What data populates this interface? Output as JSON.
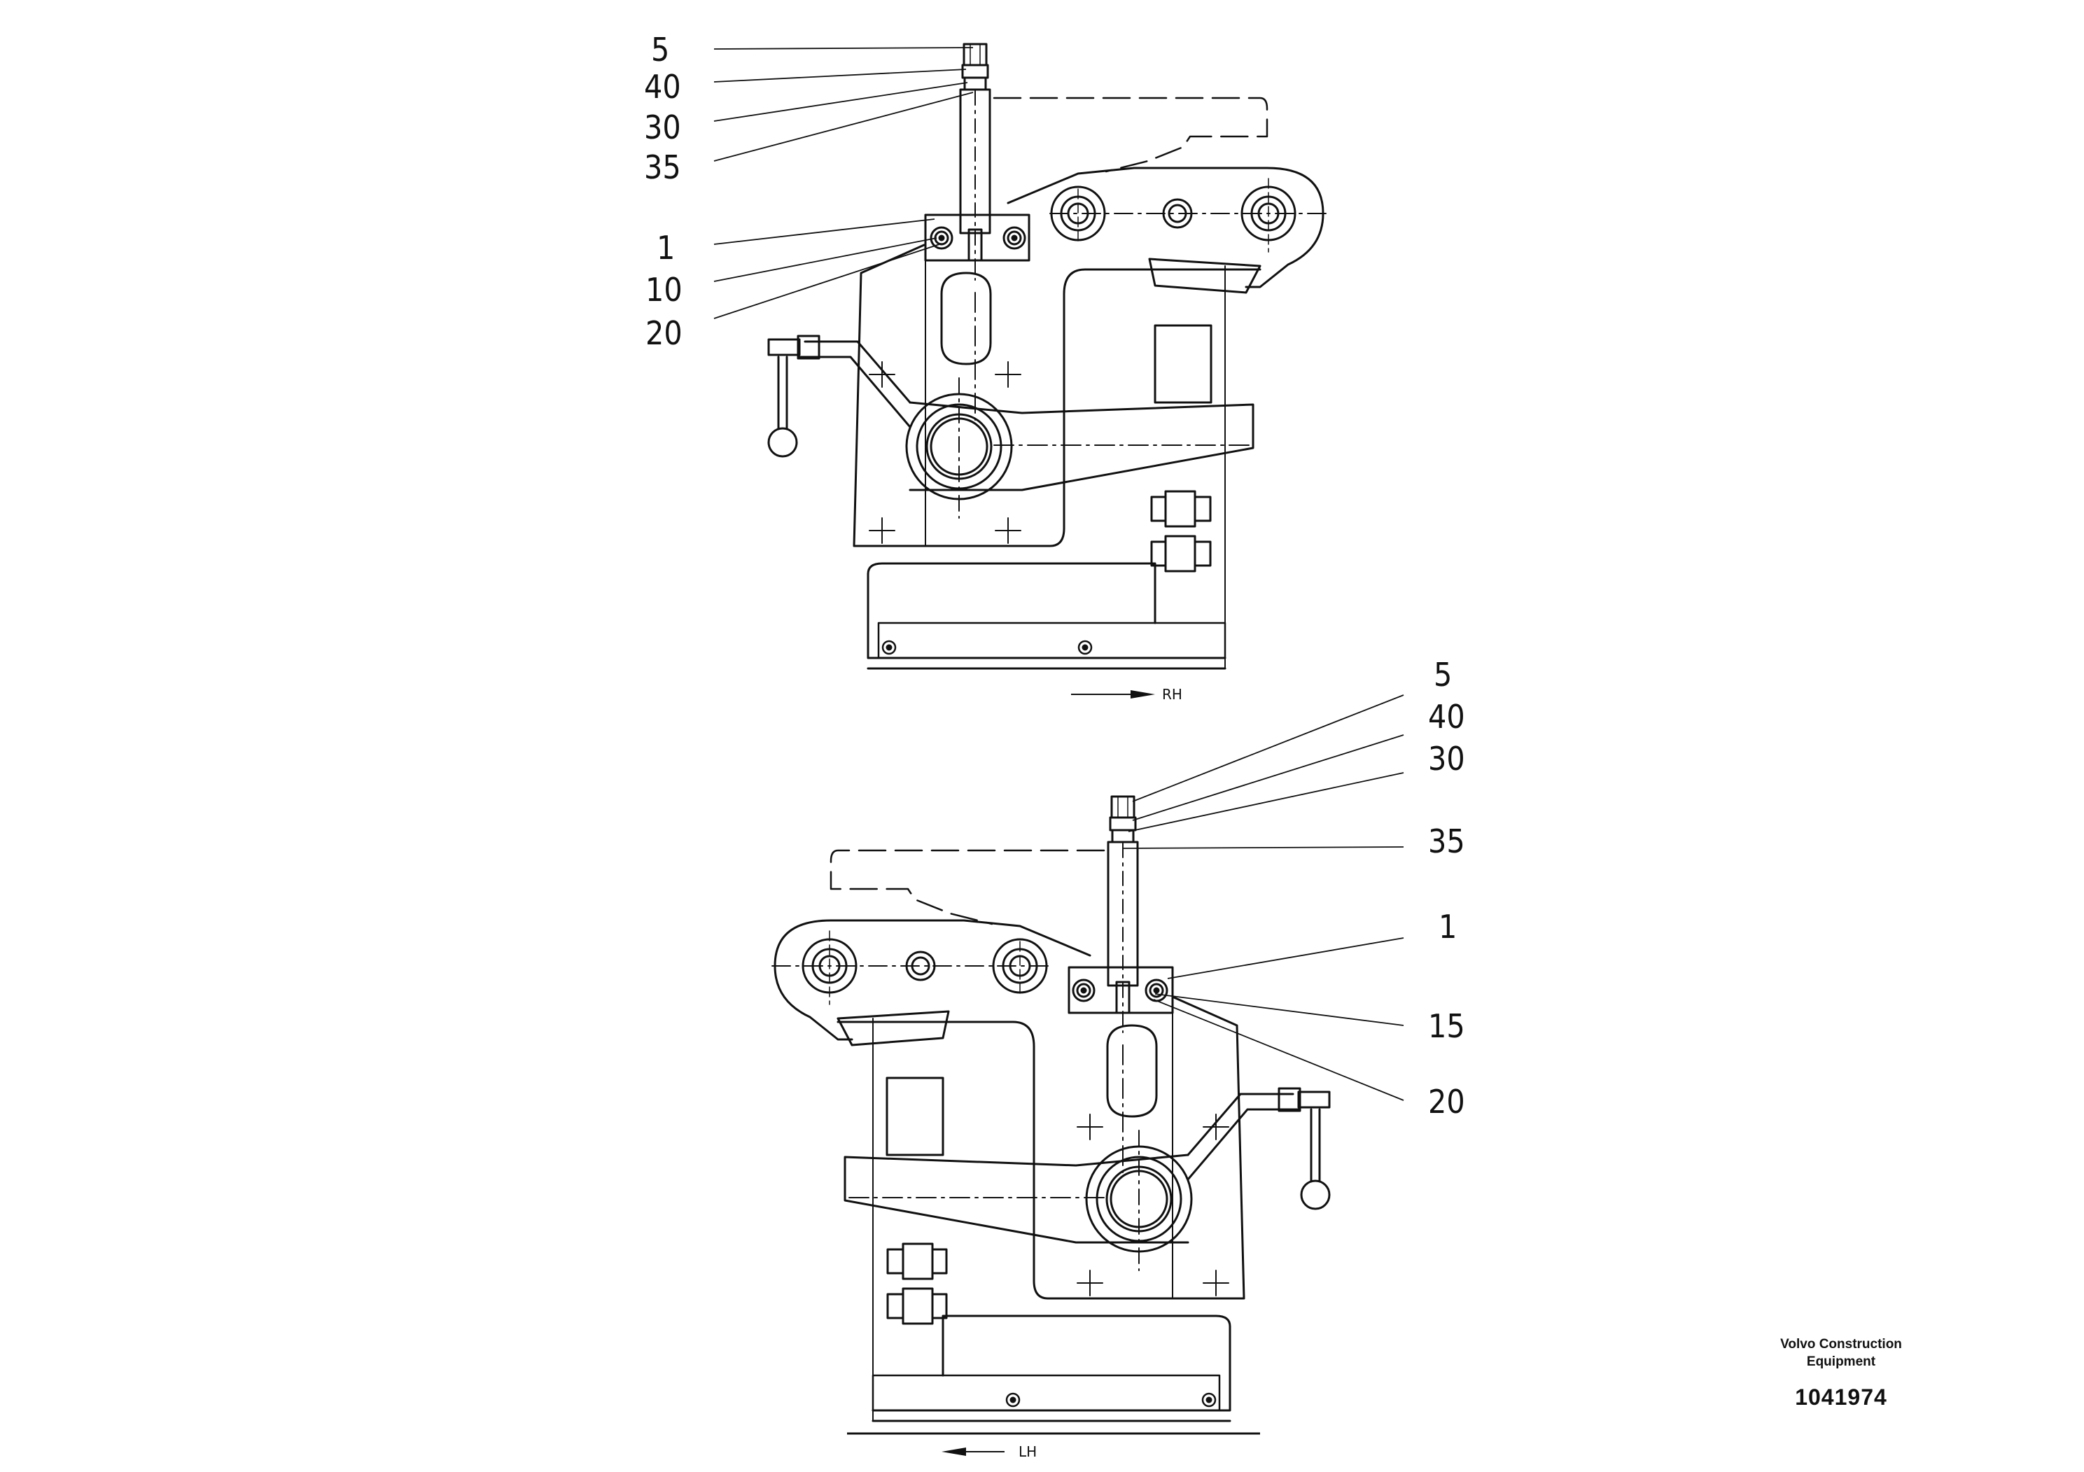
{
  "views": [
    {
      "id": "rh",
      "direction_label": "RH",
      "callouts": [
        "5",
        "40",
        "30",
        "35",
        "1",
        "10",
        "20"
      ]
    },
    {
      "id": "lh",
      "direction_label": "LH",
      "callouts": [
        "5",
        "40",
        "30",
        "35",
        "1",
        "15",
        "20"
      ]
    }
  ],
  "brand": {
    "line1": "Volvo Construction",
    "line2": "Equipment"
  },
  "drawing_number": "1041974",
  "colors": {
    "ink": "#111111",
    "background": "#ffffff"
  }
}
